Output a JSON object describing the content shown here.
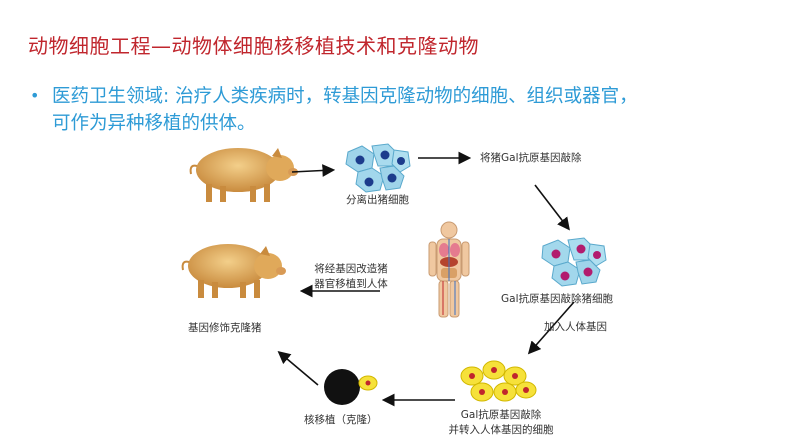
{
  "title": "动物细胞工程—动物体细胞核移植技术和克隆动物",
  "bullet": {
    "marker": "•",
    "text": "医药卫生领域: 治疗人类疾病时，转基因克隆动物的细胞、组织或器官，可作为异种移植的供体。"
  },
  "diagram": {
    "labels": {
      "isolate": "分离出猪细胞",
      "knockout": "将猪Gal抗原基因敲除",
      "ko_cells": "Gal抗原基因敲除猪细胞",
      "add_gene": "加入人体基因",
      "ko_add_line1": "Gal抗原基因敲除",
      "ko_add_line2": "并转入人体基因的细胞",
      "nuclear": "核移植（克隆）",
      "transplant_line1": "将经基因改造猪",
      "transplant_line2": "器官移植到人体",
      "cloned_pig": "基因修饰克隆猪"
    }
  }
}
